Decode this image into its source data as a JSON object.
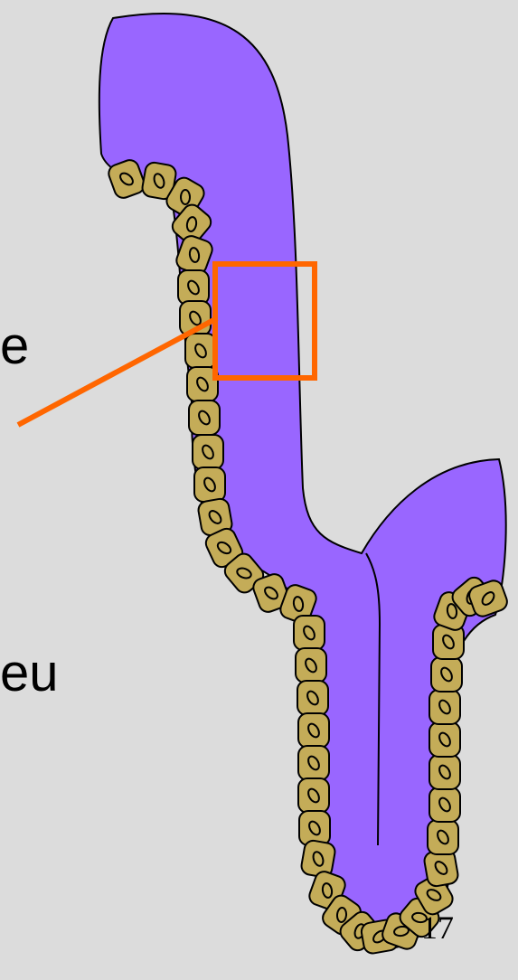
{
  "labels": {
    "label_1": "e",
    "label_2": "eu"
  },
  "slide_number": "17",
  "colors": {
    "background": "#dcdcdc",
    "lumen_tissue": "#9966ff",
    "cell_fill": "#c4ac58",
    "highlight_box": "#ff6600",
    "outline": "#000000"
  }
}
